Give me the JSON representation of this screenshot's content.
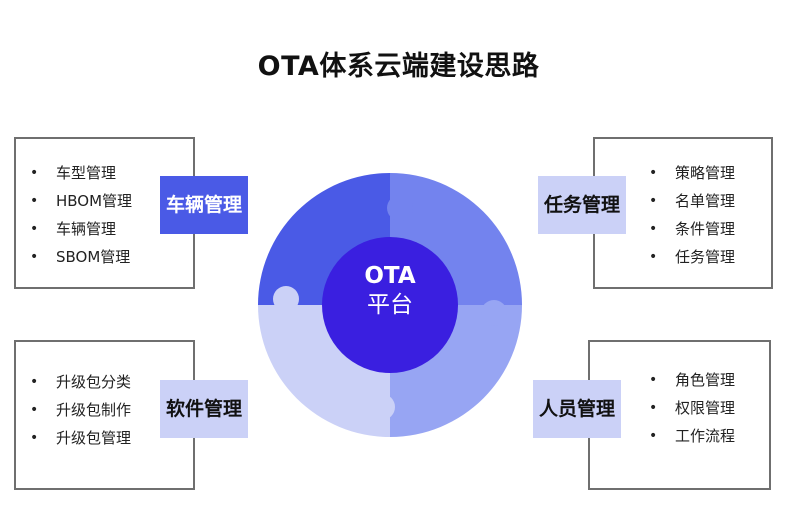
{
  "title": "OTA体系云端建设思路",
  "center": {
    "line1": "OTA",
    "line2": "平台"
  },
  "panels": {
    "vehicle": {
      "label": "车辆管理",
      "items": [
        "车型管理",
        "HBOM管理",
        "车辆管理",
        "SBOM管理"
      ]
    },
    "task": {
      "label": "任务管理",
      "items": [
        "策略管理",
        "名单管理",
        "条件管理",
        "任务管理"
      ]
    },
    "software": {
      "label": "软件管理",
      "items": [
        "升级包分类",
        "升级包制作",
        "升级包管理"
      ]
    },
    "user": {
      "label": "人员管理",
      "items": [
        "角色管理",
        "权限管理",
        "工作流程"
      ]
    }
  },
  "colors": {
    "vehicle_segment": "#4a5ae6",
    "task_segment": "#7383ee",
    "software_segment": "#cbd1f7",
    "user_segment": "#97a5f3",
    "center": "#3a1fe0",
    "box_border": "#6f6f6f"
  }
}
